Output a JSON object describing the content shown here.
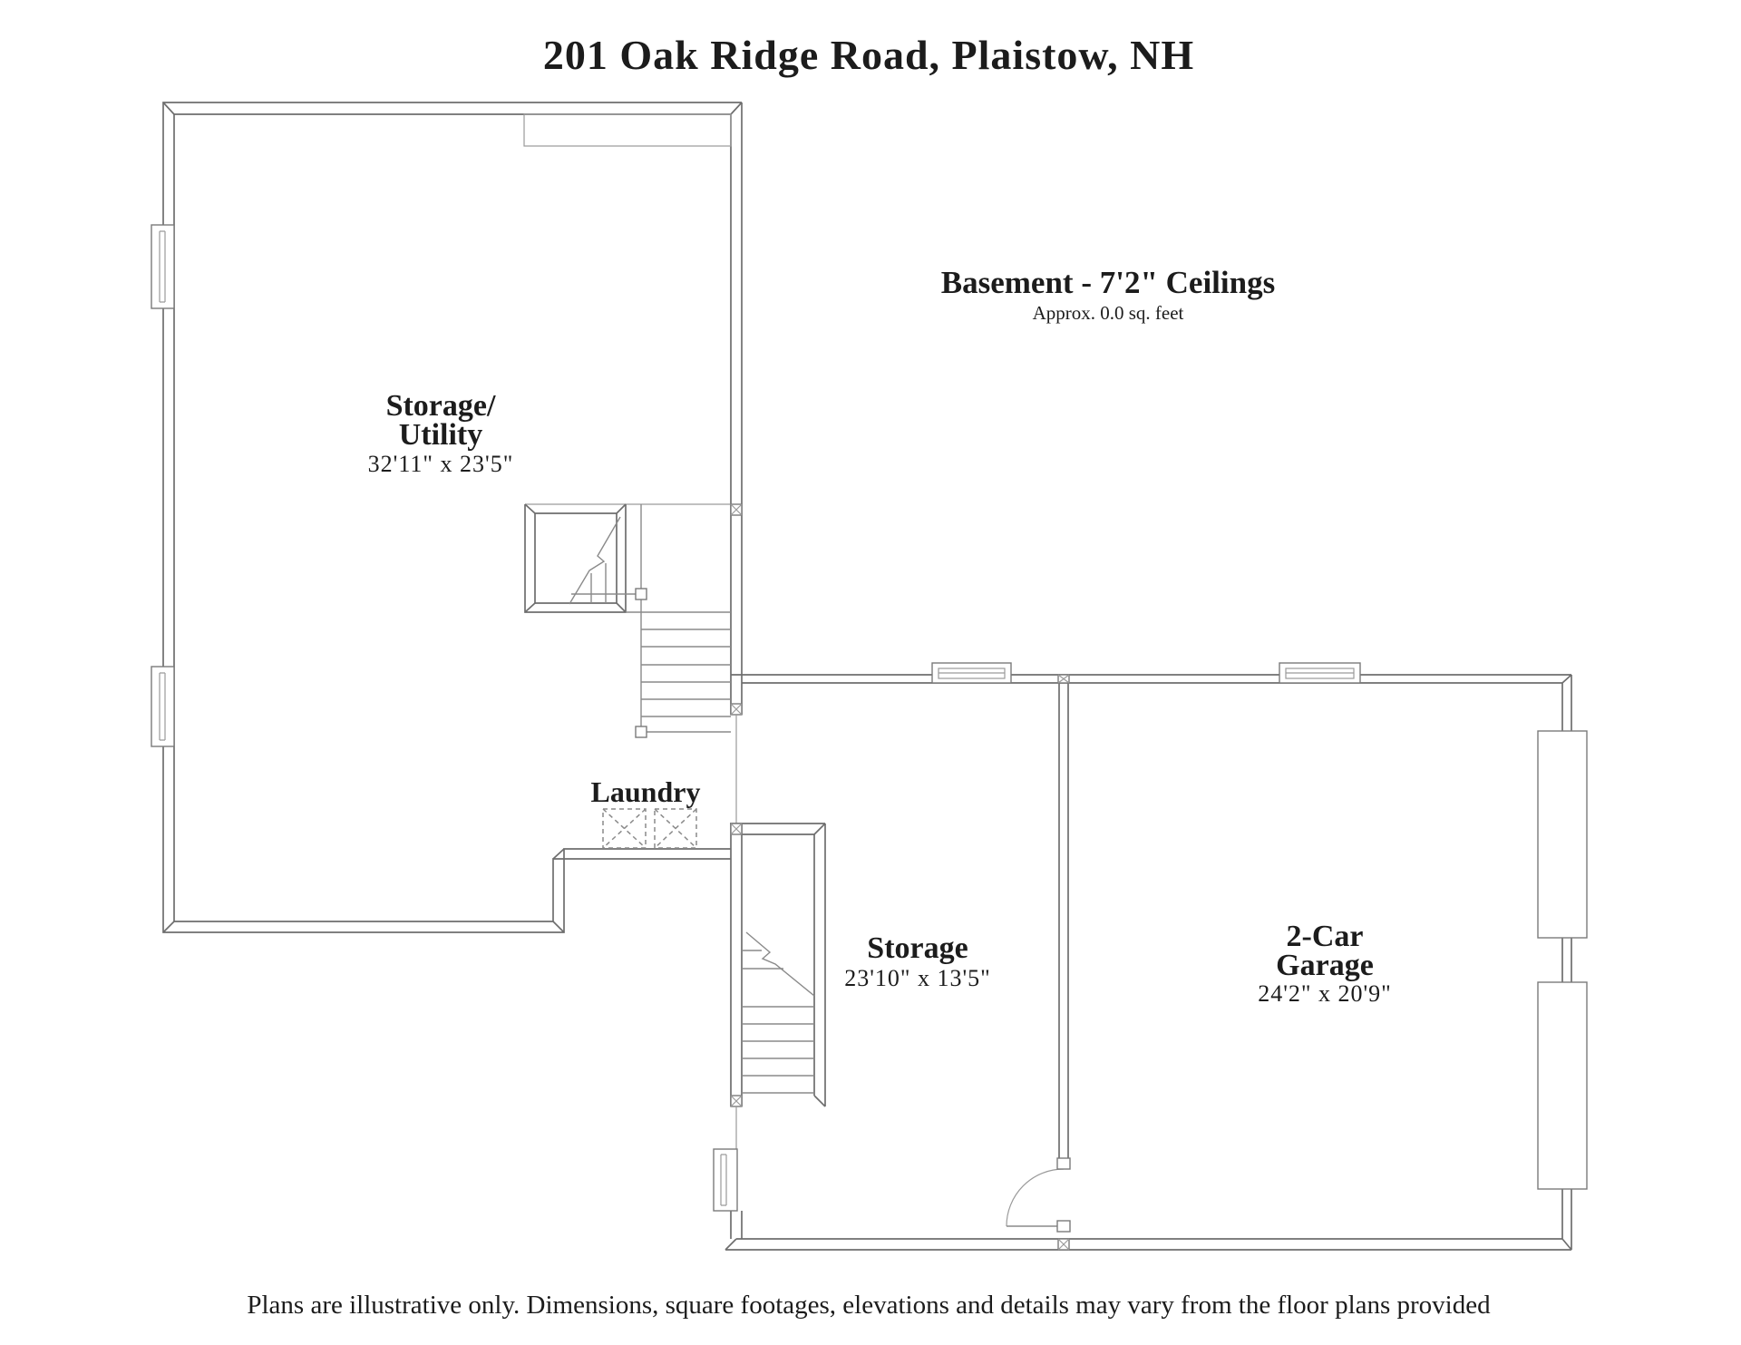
{
  "title": "201 Oak Ridge Road, Plaistow, NH",
  "floor": {
    "label": "Basement - 7'2\" Ceilings",
    "area_note": "Approx. 0.0 sq. feet"
  },
  "rooms": [
    {
      "id": "storage-utility",
      "line1": "Storage/",
      "line2": "Utility",
      "dimensions": "32'11\" x 23'5\""
    },
    {
      "id": "laundry",
      "line1": "Laundry",
      "line2": "",
      "dimensions": ""
    },
    {
      "id": "storage",
      "line1": "Storage",
      "line2": "",
      "dimensions": "23'10\" x 13'5\""
    },
    {
      "id": "garage",
      "line1": "2-Car",
      "line2": "Garage",
      "dimensions": "24'2\" x 20'9\""
    }
  ],
  "disclaimer": "Plans are illustrative only. Dimensions, square footages, elevations and details may vary from the floor plans provided",
  "colors": {
    "background": "#ffffff",
    "wall_line": "#6e6e6e",
    "thin_line": "#9a9a9a",
    "text": "#1c1c1c"
  }
}
